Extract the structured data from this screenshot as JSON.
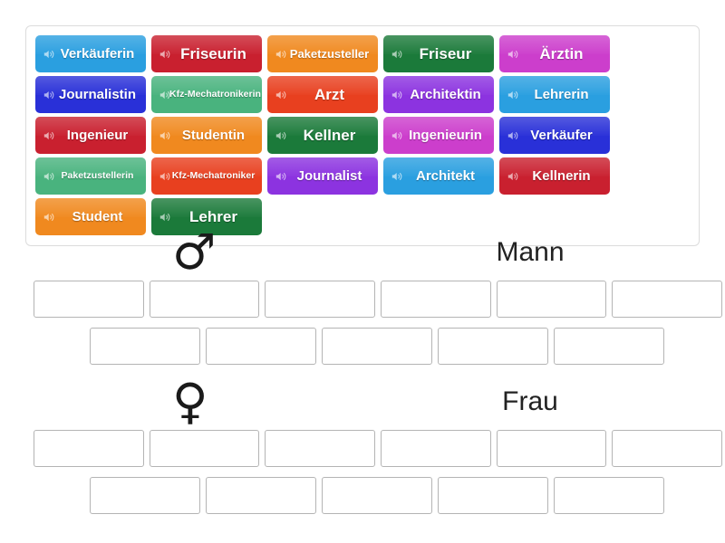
{
  "app": {
    "type": "drag-and-drop-sorting-activity",
    "language": "de"
  },
  "tile_bank": {
    "name": "word-tile-bank",
    "audio_icon": "speaker-icon",
    "tiles": [
      {
        "label": "Verkäuferin",
        "color": "#2a9fe0",
        "size": "s-md"
      },
      {
        "label": "Friseurin",
        "color": "#c9202f",
        "size": "s-lg"
      },
      {
        "label": "Paketzusteller",
        "color": "#f0891f",
        "size": "s-sm"
      },
      {
        "label": "Friseur",
        "color": "#1b7a3a",
        "size": "s-lg"
      },
      {
        "label": "Ärztin",
        "color": "#cc3ecc",
        "size": "s-lg"
      },
      {
        "label": "Journalistin",
        "color": "#2930d8",
        "size": "s-md"
      },
      {
        "label": "Kfz-Mechatronikerin",
        "color": "#49b37e",
        "size": "s-xs"
      },
      {
        "label": "Arzt",
        "color": "#e8401f",
        "size": "s-lg"
      },
      {
        "label": "Architektin",
        "color": "#8c33e0",
        "size": "s-md"
      },
      {
        "label": "Lehrerin",
        "color": "#2a9fe0",
        "size": "s-md"
      },
      {
        "label": "Ingenieur",
        "color": "#c9202f",
        "size": "s-md"
      },
      {
        "label": "Studentin",
        "color": "#f0891f",
        "size": "s-md"
      },
      {
        "label": "Kellner",
        "color": "#1b7a3a",
        "size": "s-lg"
      },
      {
        "label": "Ingenieurin",
        "color": "#cc3ecc",
        "size": "s-md"
      },
      {
        "label": "Verkäufer",
        "color": "#2930d8",
        "size": "s-md"
      },
      {
        "label": "Paketzustellerin",
        "color": "#49b37e",
        "size": "s-xs"
      },
      {
        "label": "Kfz-Mechatroniker",
        "color": "#e8401f",
        "size": "s-xs"
      },
      {
        "label": "Journalist",
        "color": "#8c33e0",
        "size": "s-md"
      },
      {
        "label": "Architekt",
        "color": "#2a9fe0",
        "size": "s-md"
      },
      {
        "label": "Kellnerin",
        "color": "#c9202f",
        "size": "s-md"
      },
      {
        "label": "Student",
        "color": "#f0891f",
        "size": "s-md"
      },
      {
        "label": "Lehrer",
        "color": "#1b7a3a",
        "size": "s-lg"
      }
    ]
  },
  "groups": [
    {
      "title": "Mann",
      "symbol": "♂",
      "symbol_name": "male-symbol",
      "rows": [
        {
          "slots": 6,
          "indent": false
        },
        {
          "slots": 5,
          "indent": true
        }
      ]
    },
    {
      "title": "Frau",
      "symbol": "♀",
      "symbol_name": "female-symbol",
      "rows": [
        {
          "slots": 6,
          "indent": false
        },
        {
          "slots": 5,
          "indent": true
        }
      ]
    }
  ]
}
